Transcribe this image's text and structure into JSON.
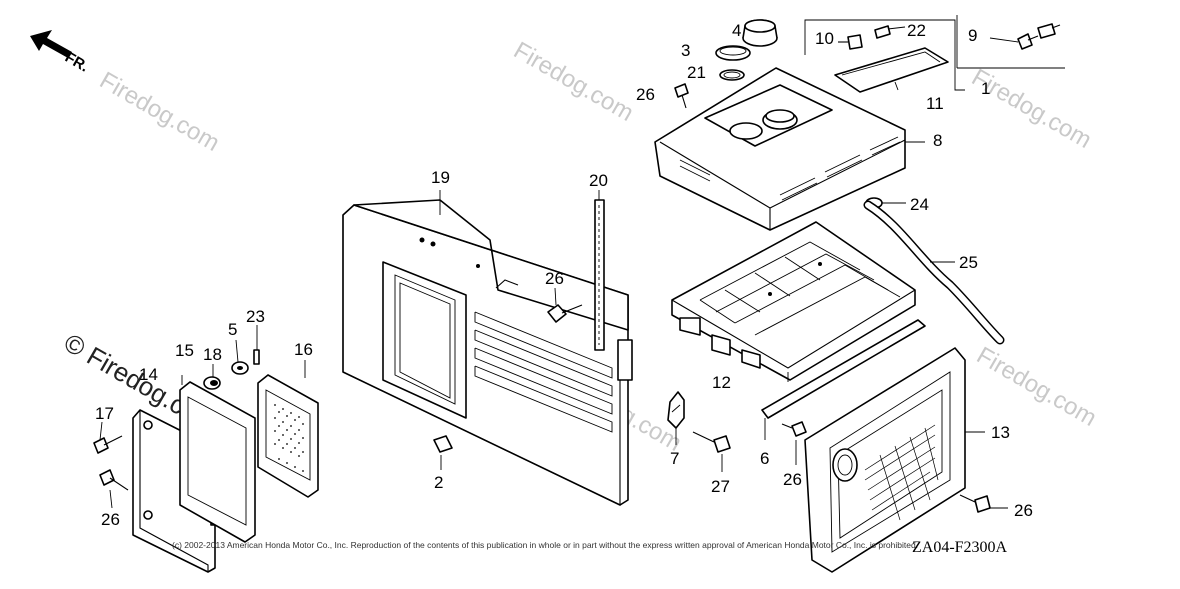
{
  "diagram": {
    "direction_label": "FR.",
    "diagram_code": "ZA04-F2300A",
    "copyright": "(c) 2002-2013 American Honda Motor Co., Inc. Reproduction of the contents of this publication in whole or in part without the express written approval of American Honda Motor Co., Inc. is prohibited.",
    "watermark_text": "Firedog.com",
    "watermark_prefixed": "© Firedog.com",
    "callouts": [
      {
        "id": "4",
        "label": "4"
      },
      {
        "id": "10",
        "label": "10"
      },
      {
        "id": "22",
        "label": "22"
      },
      {
        "id": "9",
        "label": "9"
      },
      {
        "id": "3",
        "label": "3"
      },
      {
        "id": "21",
        "label": "21"
      },
      {
        "id": "26a",
        "label": "26"
      },
      {
        "id": "1",
        "label": "1"
      },
      {
        "id": "11",
        "label": "11"
      },
      {
        "id": "8",
        "label": "8"
      },
      {
        "id": "19",
        "label": "19"
      },
      {
        "id": "20",
        "label": "20"
      },
      {
        "id": "24",
        "label": "24"
      },
      {
        "id": "25",
        "label": "25"
      },
      {
        "id": "26b",
        "label": "26"
      },
      {
        "id": "12",
        "label": "12"
      },
      {
        "id": "23",
        "label": "23"
      },
      {
        "id": "5",
        "label": "5"
      },
      {
        "id": "15",
        "label": "15"
      },
      {
        "id": "18",
        "label": "18"
      },
      {
        "id": "16",
        "label": "16"
      },
      {
        "id": "14",
        "label": "14"
      },
      {
        "id": "17",
        "label": "17"
      },
      {
        "id": "26c",
        "label": "26"
      },
      {
        "id": "2",
        "label": "2"
      },
      {
        "id": "7",
        "label": "7"
      },
      {
        "id": "27",
        "label": "27"
      },
      {
        "id": "6",
        "label": "6"
      },
      {
        "id": "26d",
        "label": "26"
      },
      {
        "id": "13",
        "label": "13"
      },
      {
        "id": "26e",
        "label": "26"
      }
    ]
  }
}
